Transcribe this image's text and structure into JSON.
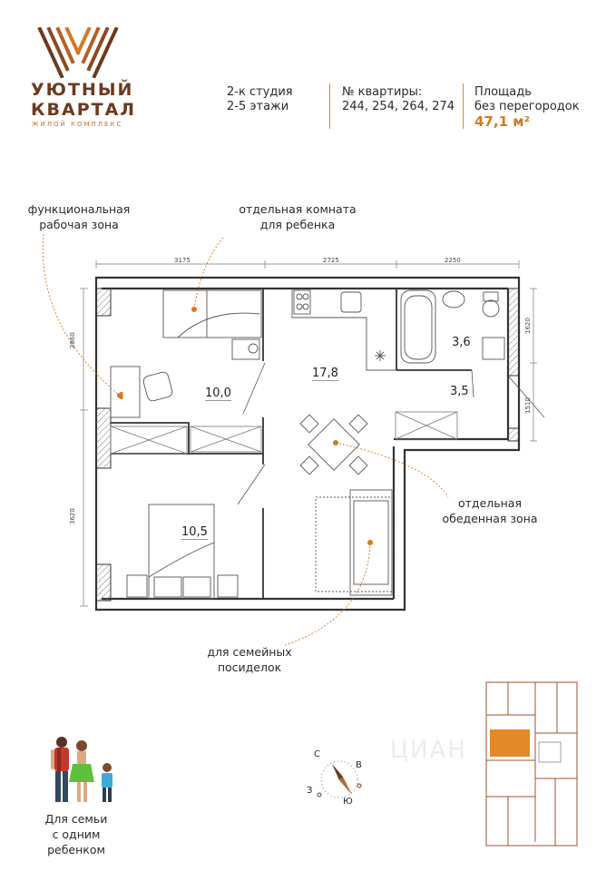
{
  "brand": {
    "line1": "УЮТНЫЙ",
    "line2": "КВАРТАЛ",
    "subtitle": "ЖИЛОЙ КОМПЛЕКС",
    "color_dark": "#6b3a1f",
    "color_accent": "#d27a21"
  },
  "header": {
    "type_line1": "2-к студия",
    "type_line2": "2-5 этажи",
    "apt_label": "№ квартиры:",
    "apt_numbers": "244, 254, 264, 274",
    "area_label1": "Площадь",
    "area_label2": "без перегородок",
    "area_value": "47,1 м²"
  },
  "callouts": {
    "work_zone_1": "функциональная",
    "work_zone_2": "рабочая зона",
    "child_room_1": "отдельная комната",
    "child_room_2": "для ребенка",
    "dining_1": "отдельная",
    "dining_2": "обеденная зона",
    "family_1": "для семейных",
    "family_2": "посиделок"
  },
  "rooms": {
    "room_a": "10,0",
    "room_b": "17,8",
    "room_c": "10,5",
    "bath": "3,6",
    "hall": "3,5"
  },
  "dimensions": {
    "top_1": "3175",
    "top_2": "2725",
    "top_3": "2250",
    "left_1": "2860",
    "left_2": "3620",
    "right_1": "1620",
    "right_2": "1510"
  },
  "compass": {
    "north": "С",
    "east": "В",
    "south": "Ю",
    "west": "З"
  },
  "footer": {
    "line1": "Для семьи",
    "line2": "с одним ребенком"
  },
  "watermark": "ЦИАН",
  "icons": [
    "logo-mark-icon",
    "compass-icon",
    "family-icon",
    "floor-keyplan-icon"
  ]
}
